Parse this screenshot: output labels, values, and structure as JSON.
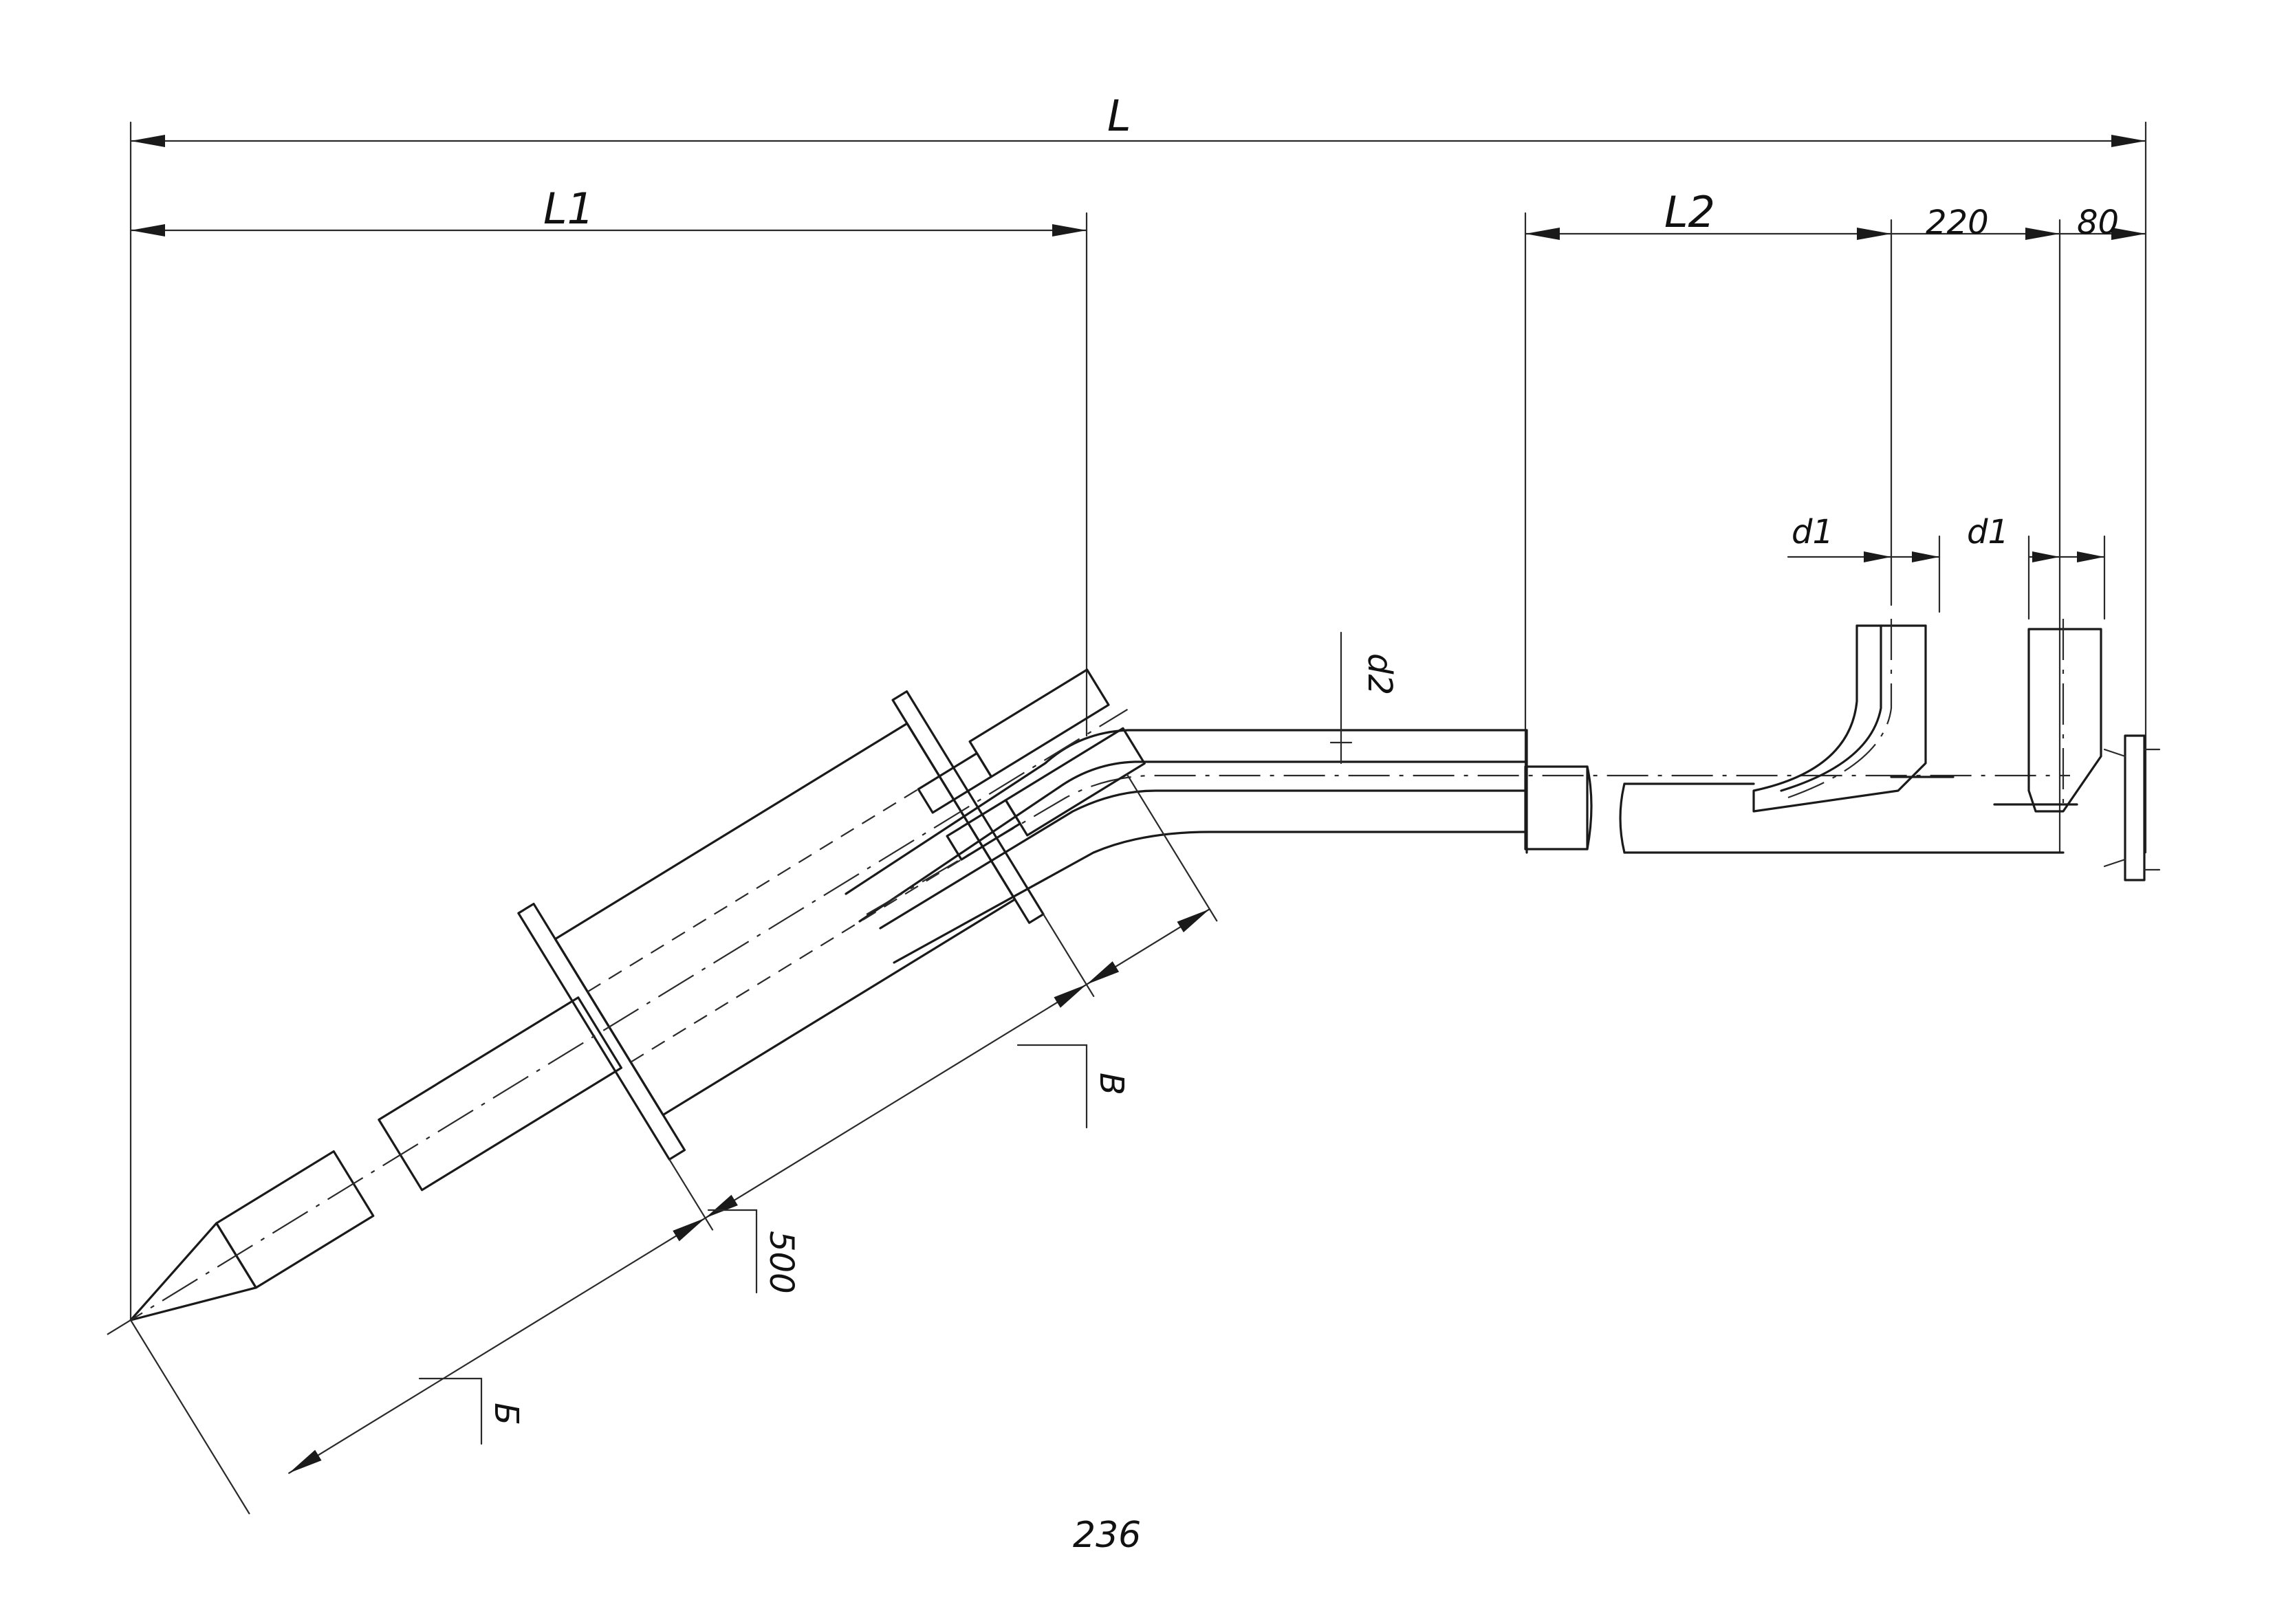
{
  "dimensions": {
    "overall_length": "L",
    "first_segment": "L1",
    "second_segment": "L2",
    "offset_220": "220",
    "offset_80": "80",
    "branch_diameter_left": "d1",
    "branch_diameter_right": "d1",
    "pipe_diameter": "d2",
    "angled_length": "500",
    "callout_upper": "B",
    "callout_lower": "Б"
  },
  "page_number": "236"
}
